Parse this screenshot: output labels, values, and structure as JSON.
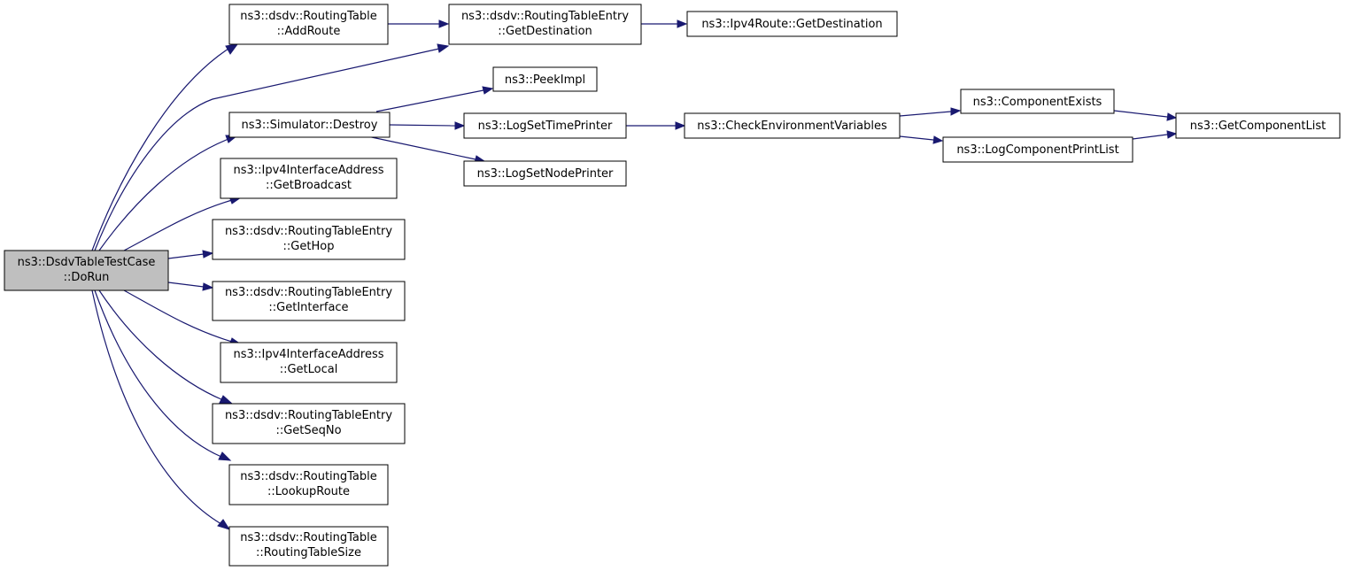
{
  "colors": {
    "edge": "#191970",
    "root_fill": "#bfbfbf",
    "node_fill": "#ffffff",
    "node_border": "#000000"
  },
  "nodes": {
    "dorun": {
      "line1": "ns3::DsdvTableTestCase",
      "line2": "::DoRun"
    },
    "addroute": {
      "line1": "ns3::dsdv::RoutingTable",
      "line2": "::AddRoute"
    },
    "getdest_entry": {
      "line1": "ns3::dsdv::RoutingTableEntry",
      "line2": "::GetDestination"
    },
    "ipv4route_getdest": {
      "line1": "ns3::Ipv4Route::GetDestination"
    },
    "peekimpl": {
      "line1": "ns3::PeekImpl"
    },
    "destroy": {
      "line1": "ns3::Simulator::Destroy"
    },
    "logsettime": {
      "line1": "ns3::LogSetTimePrinter"
    },
    "checkenv": {
      "line1": "ns3::CheckEnvironmentVariables"
    },
    "compexists": {
      "line1": "ns3::ComponentExists"
    },
    "getcomplist": {
      "line1": "ns3::GetComponentList"
    },
    "logcompprint": {
      "line1": "ns3::LogComponentPrintList"
    },
    "logsetnode": {
      "line1": "ns3::LogSetNodePrinter"
    },
    "getbroadcast": {
      "line1": "ns3::Ipv4InterfaceAddress",
      "line2": "::GetBroadcast"
    },
    "gethop": {
      "line1": "ns3::dsdv::RoutingTableEntry",
      "line2": "::GetHop"
    },
    "getinterface": {
      "line1": "ns3::dsdv::RoutingTableEntry",
      "line2": "::GetInterface"
    },
    "getlocal": {
      "line1": "ns3::Ipv4InterfaceAddress",
      "line2": "::GetLocal"
    },
    "getseqno": {
      "line1": "ns3::dsdv::RoutingTableEntry",
      "line2": "::GetSeqNo"
    },
    "lookuproute": {
      "line1": "ns3::dsdv::RoutingTable",
      "line2": "::LookupRoute"
    },
    "routingtablesize": {
      "line1": "ns3::dsdv::RoutingTable",
      "line2": "::RoutingTableSize"
    }
  }
}
